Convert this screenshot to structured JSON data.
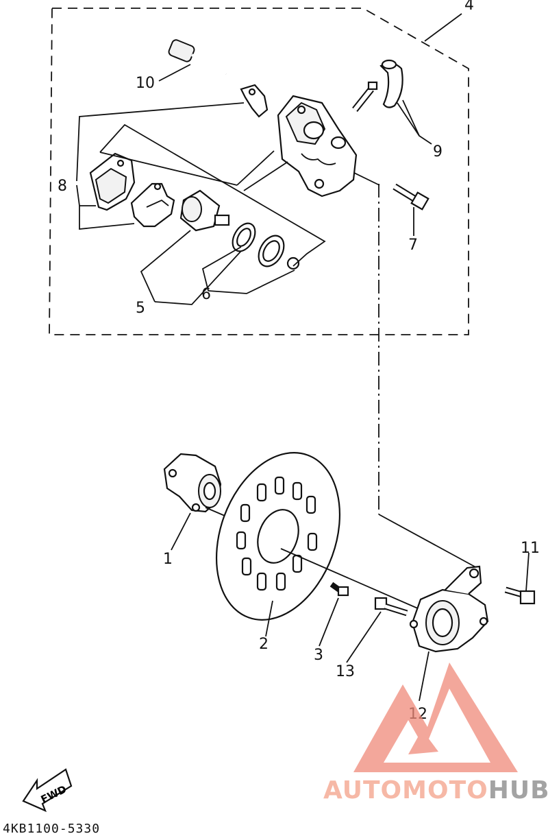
{
  "callouts": {
    "n1": "1",
    "n2": "2",
    "n3": "3",
    "n4": "4",
    "n5": "5",
    "n6": "6",
    "n7": "7",
    "n8": "8",
    "n9": "9",
    "n10": "10",
    "n11": "11",
    "n12": "12",
    "n13": "13"
  },
  "fwd_label": "FWD",
  "part_code": "4KB1100-5330",
  "watermark": {
    "part1": "AUTOMOTO",
    "part2": "HUB"
  },
  "colors": {
    "line": "#111111",
    "watermark_red": "#f08a7a",
    "watermark_gray": "#a3a3a3"
  }
}
